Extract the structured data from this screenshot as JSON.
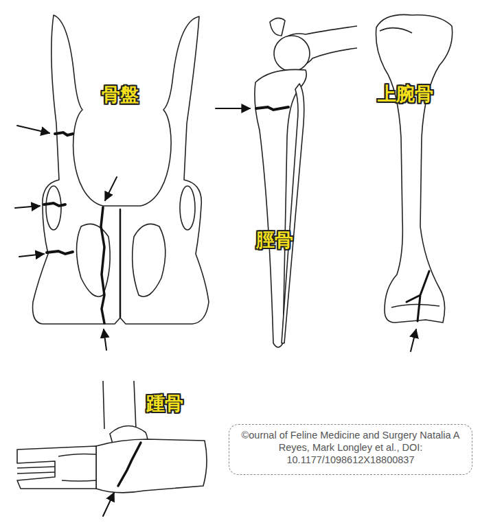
{
  "diagram": {
    "nodes": [
      {
        "text": [
          "©ournal of Feline Medicine and Surgery Natalia A Reyes, Mark Longley et al., DOI: 10.1177/1098612X18800837"
        ]
      }
    ],
    "labels": [
      "骨盤",
      "脛骨",
      "上腕骨",
      "踵骨"
    ]
  }
}
